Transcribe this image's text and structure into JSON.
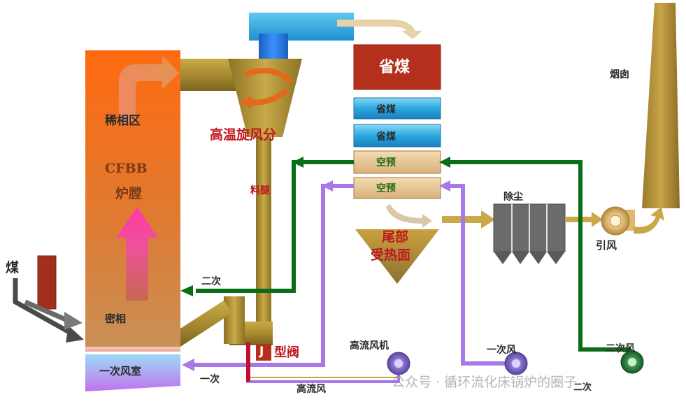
{
  "labels": {
    "dilute_zone": "稀相区",
    "cfbb": "CFBB",
    "furnace": "炉膛",
    "cyclone": "高温旋风分",
    "dipleg": "料腿",
    "economizer_main": "省煤",
    "economizer_1": "省煤",
    "economizer_2": "省煤",
    "airheater_1": "空预",
    "airheater_2": "空预",
    "tail_surface_1": "尾部",
    "tail_surface_2": "受热面",
    "dust_collector": "除尘",
    "chimney": "烟囱",
    "id_fan": "引风",
    "coal": "煤",
    "dense_zone": "密相",
    "primary_air_box": "一次风室",
    "secondary_air_left": "二次",
    "primary_air_bottom": "一次",
    "j_valve_letter": "J",
    "j_valve_text": "型阀",
    "high_flow_fan": "高流风机",
    "high_flow_air": "高流风",
    "primary_fan": "一次风",
    "secondary_fan": "二次风",
    "secondary_fan_under": "二次"
  },
  "watermark": "公众号 · 循环流化床锅炉的圈子",
  "colors": {
    "furnace_top": "#ff6a10",
    "furnace_bottom": "#c89058",
    "khaki_duct": "#b89a3c",
    "blue_duct": "#2aaee0",
    "economizer_red": "#b5301c",
    "economizer_blue": "#3aa8e8",
    "airheater_tan": "#e8c89a",
    "green_line": "#0a6e18",
    "purple_line": "#a878e8",
    "dust_gray": "#6b6b6b"
  }
}
